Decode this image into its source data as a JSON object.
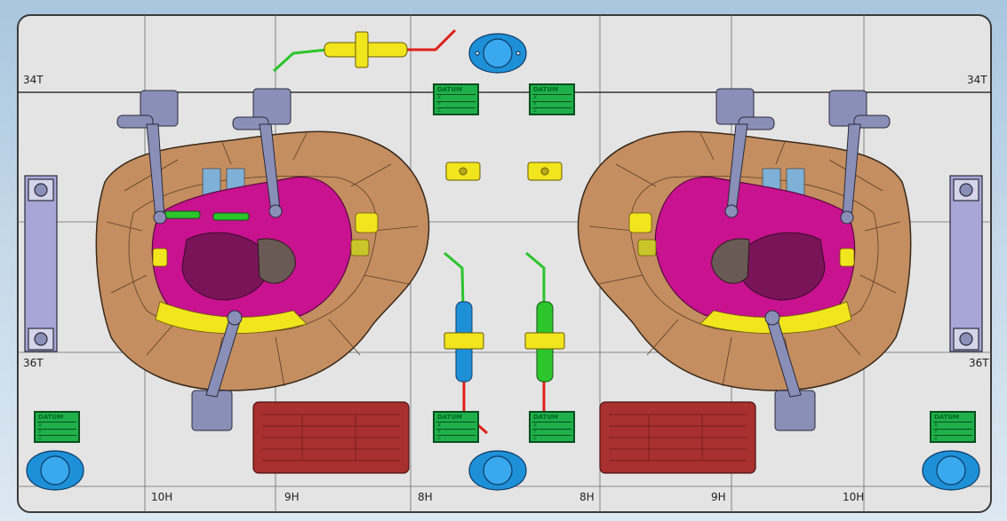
{
  "row_labels": {
    "top_left": "34T",
    "top_right": "34T",
    "bottom_left": "36T",
    "bottom_right": "36T"
  },
  "column_labels": [
    "10H",
    "9H",
    "8H",
    "8H",
    "9H",
    "10H"
  ],
  "datum_blocks": [
    {
      "title": "DATUM",
      "rows": [
        "X",
        "Y",
        "Z"
      ]
    },
    {
      "title": "DATUM",
      "rows": [
        "X",
        "Y",
        "Z"
      ]
    },
    {
      "title": "DATUM",
      "rows": [
        "X",
        "Y",
        "Z"
      ]
    },
    {
      "title": "DATUM",
      "rows": [
        "X",
        "Y",
        "Z"
      ]
    },
    {
      "title": "DATUM",
      "rows": [
        "X",
        "Y",
        "Z"
      ]
    },
    {
      "title": "DATUM",
      "rows": [
        "X",
        "Y",
        "Z"
      ]
    }
  ],
  "colors": {
    "plate": "#e4e4e4",
    "nest_tan": "#c48e61",
    "part_magenta": "#c8128f",
    "clamp_metal": "#8a8fb8",
    "datum_green": "#1fb04a",
    "pin_blue": "#1e90d8",
    "pin_yellow": "#f1e51e",
    "nameplate_red": "#a8302e"
  }
}
